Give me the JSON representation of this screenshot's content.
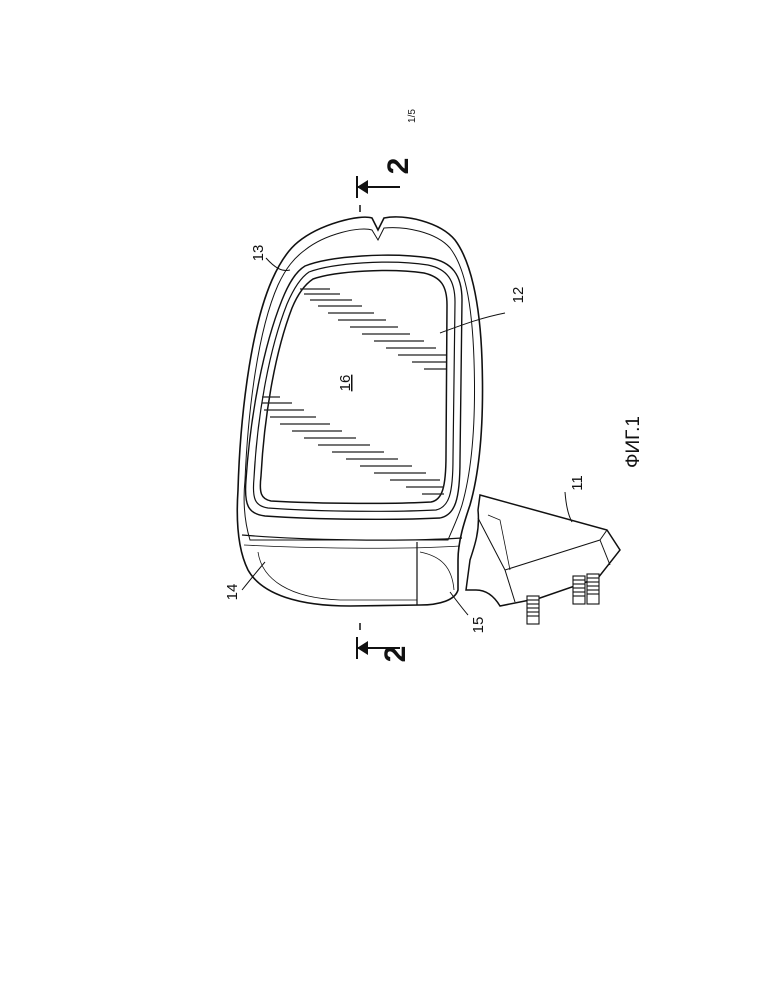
{
  "page_number": "1/5",
  "figure_caption": "ФИГ.1",
  "section_marks": {
    "top": "2",
    "bottom": "2"
  },
  "reference_numerals": {
    "base": "11",
    "mirror_glass": "12",
    "housing_rim": "13",
    "cover_part": "14",
    "lower_part": "15",
    "glass_label": "16"
  }
}
